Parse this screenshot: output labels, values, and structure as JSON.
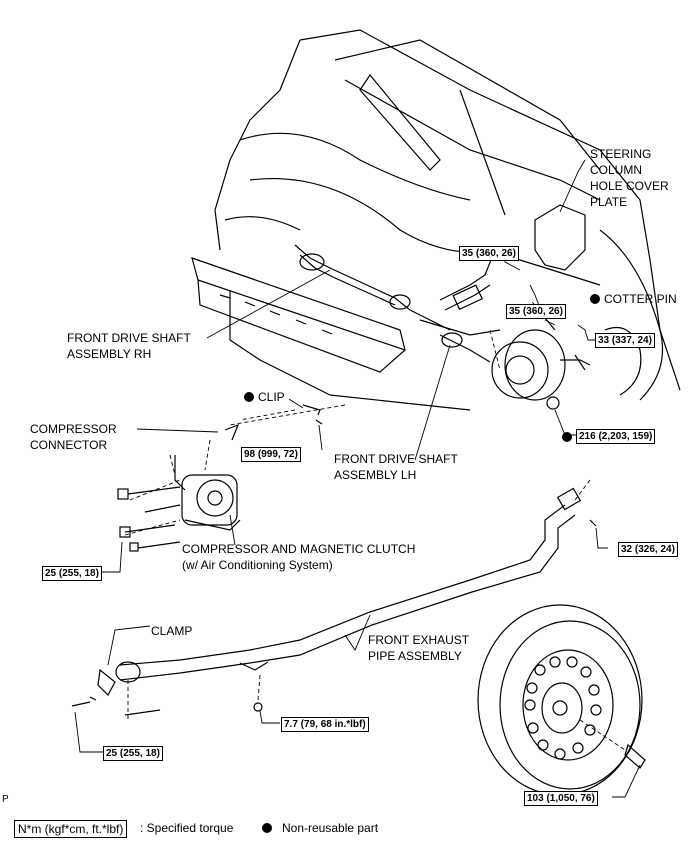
{
  "labels": {
    "steering_plate": [
      "STEERING",
      "COLUMN",
      "HOLE COVER",
      "PLATE"
    ],
    "cotter_pin": "COTTER PIN",
    "drive_shaft_rh": [
      "FRONT DRIVE SHAFT",
      "ASSEMBLY RH"
    ],
    "clip": "CLIP",
    "compressor_connector": [
      "COMPRESSOR",
      "CONNECTOR"
    ],
    "drive_shaft_lh": [
      "FRONT DRIVE SHAFT",
      "ASSEMBLY LH"
    ],
    "compressor_clutch": [
      "COMPRESSOR AND MAGNETIC CLUTCH",
      "(w/ Air Conditioning System)"
    ],
    "clamp": "CLAMP",
    "exhaust_pipe": [
      "FRONT EXHAUST",
      "PIPE ASSEMBLY"
    ],
    "corner_mark": "P"
  },
  "torques": {
    "t1": "35 (360, 26)",
    "t2": "35 (360, 26)",
    "t3": "33 (337, 24)",
    "t4": "98 (999, 72)",
    "t5": "216 (2,203, 159)",
    "t6": "32 (326, 24)",
    "t7": "25 (255, 18)",
    "t8": "7.7 (79, 68 in.*lbf)",
    "t9": "25 (255, 18)",
    "t10": "103 (1,050, 76)"
  },
  "legend": {
    "torque_unit": "N*m (kgf*cm, ft.*lbf)",
    "torque_desc": ": Specified torque",
    "nonreusable": "Non-reusable part"
  }
}
